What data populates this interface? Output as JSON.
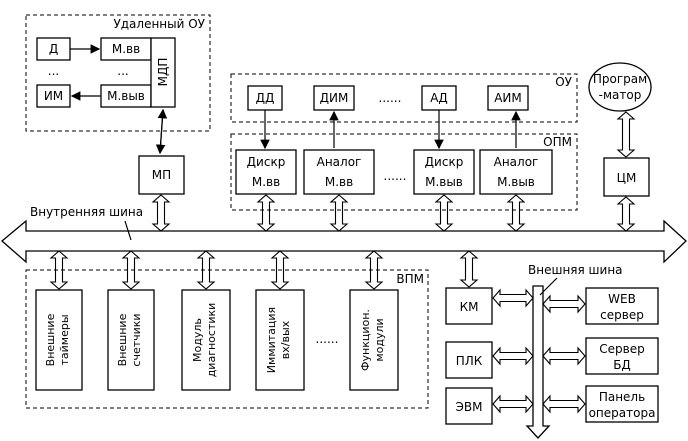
{
  "remote_ou": {
    "title": "Удаленный ОУ",
    "d": "Д",
    "dots_left": "...",
    "dots_mid": "...",
    "im": "ИМ",
    "m_vv": "М.вв",
    "m_vyv": "М.выв",
    "mdp": "МДП"
  },
  "mp": "МП",
  "ou": {
    "title": "ОУ",
    "dd": "ДД",
    "dim": "ДИМ",
    "dots": "......",
    "ad": "АД",
    "aim": "АИМ"
  },
  "opm": {
    "title": "ОПМ",
    "diskr_in": [
      "Дискр",
      "М.вв"
    ],
    "analog_in": [
      "Аналог",
      "М.вв"
    ],
    "dots": "......",
    "diskr_out": [
      "Дискр",
      "М.выв"
    ],
    "analog_out": [
      "Аналог",
      "М.выв"
    ]
  },
  "programmer": [
    "Програм",
    "-матор"
  ],
  "cm": "ЦМ",
  "internal_bus": "Внутренняя шина",
  "external_bus": "Внешняя шина",
  "vpm": {
    "title": "ВПМ",
    "modules": [
      [
        "Внешние",
        "таймеры"
      ],
      [
        "Внешние",
        "счетчики"
      ],
      [
        "Модуль",
        "диагностики"
      ],
      [
        "Иммитация",
        "вх/вых"
      ],
      [
        "Функцион.",
        "модули"
      ]
    ],
    "dots": "......"
  },
  "km": "КМ",
  "plk": "ПЛК",
  "evm": "ЭВМ",
  "web": [
    "WEB",
    "сервер"
  ],
  "db": [
    "Сервер",
    "БД"
  ],
  "panel": [
    "Панель",
    "оператора"
  ]
}
